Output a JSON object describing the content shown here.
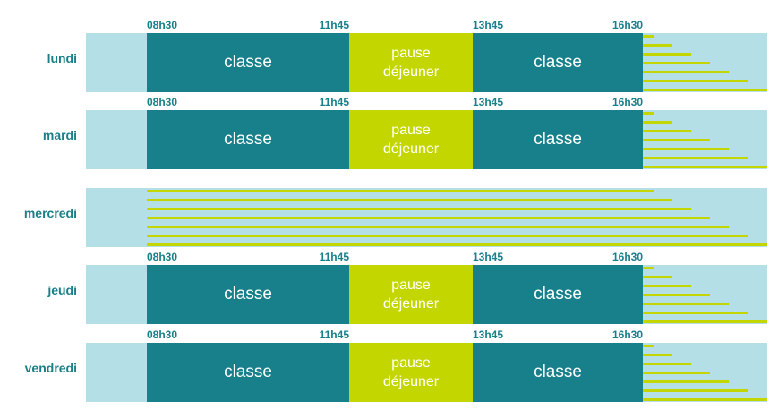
{
  "segments": {
    "classe": "classe",
    "pause_line1": "pause",
    "pause_line2": "déjeuner"
  },
  "times": [
    "08h30",
    "11h45",
    "13h45",
    "16h30"
  ],
  "days": [
    {
      "name": "lundi",
      "school": true
    },
    {
      "name": "mardi",
      "school": true
    },
    {
      "name": "mercredi",
      "school": false
    },
    {
      "name": "jeudi",
      "school": true
    },
    {
      "name": "vendredi",
      "school": true
    }
  ],
  "colors": {
    "teal": "#17808a",
    "lime": "#c4d600",
    "light_blue": "#b5dfe7"
  }
}
